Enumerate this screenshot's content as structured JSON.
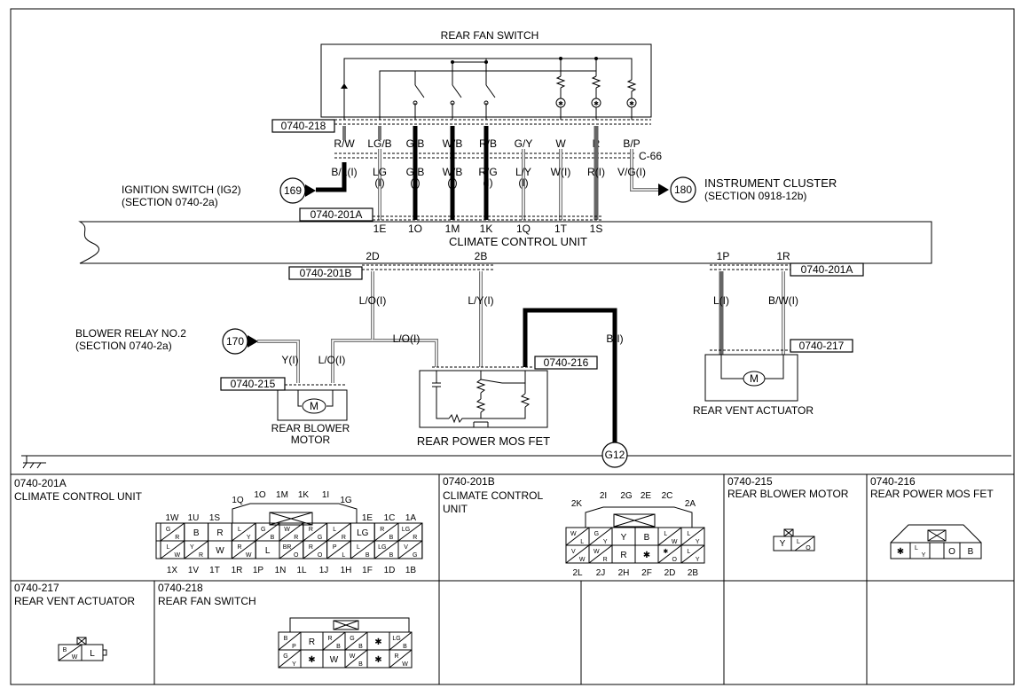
{
  "diagram": {
    "rear_fan_switch": {
      "title": "REAR FAN SWITCH",
      "connector": "0740-218",
      "pins": [
        "R/W",
        "LG/B",
        "G/B",
        "W/B",
        "R/B",
        "G/Y",
        "W",
        "R",
        "B/P"
      ]
    },
    "joint": {
      "label": "C-66",
      "wires": [
        "B/L(I)",
        "LG",
        "G/B",
        "W/B",
        "R/G",
        "L/Y",
        "W(I)",
        "R(I)",
        "V/G(I)"
      ],
      "suffix": "(I)"
    },
    "ignition": {
      "num": "169",
      "line1": "IGNITION SWITCH (IG2)",
      "line2": "(SECTION 0740-2a)"
    },
    "cluster": {
      "num": "180",
      "line1": "INSTRUMENT CLUSTER",
      "line2": "(SECTION 0918-12b)"
    },
    "ccu": {
      "title": "CLIMATE CONTROL UNIT",
      "conn_a": "0740-201A",
      "conn_b": "0740-201B",
      "conn_a2": "0740-201A",
      "top_pins": [
        "1E",
        "1O",
        "1M",
        "1K",
        "1Q",
        "1T",
        "1S"
      ],
      "bottom_pins": [
        "2D",
        "2B",
        "1P",
        "1R"
      ]
    },
    "wires_lower": {
      "lo1": "L/O(I)",
      "ly": "L/Y(I)",
      "lo2": "L/O(I)",
      "b": "B(I)",
      "y": "Y(I)",
      "lo3": "L/O(I)",
      "l": "L(I)",
      "bw": "B/W(I)"
    },
    "blower_relay": {
      "num": "170",
      "line1": "BLOWER RELAY NO.2",
      "line2": "(SECTION 0740-2a)"
    },
    "rear_blower": {
      "connector": "0740-215",
      "line1": "REAR BLOWER",
      "line2": "MOTOR",
      "m": "M"
    },
    "mosfet": {
      "connector": "0740-216",
      "title": "REAR POWER MOS FET"
    },
    "vent": {
      "connector": "0740-217",
      "title": "REAR VENT ACTUATOR",
      "m": "M"
    },
    "ground": {
      "label": "G12"
    },
    "connectors": {
      "c201a": {
        "id": "0740-201A",
        "name": "CLIMATE CONTROL UNIT",
        "top_labels": [
          "1Q",
          "1O",
          "1M",
          "1K",
          "1I",
          "1G"
        ],
        "left_labels": [
          "1W",
          "1U",
          "1S"
        ],
        "right_labels": [
          "1E",
          "1C",
          "1A"
        ],
        "bottom_labels": [
          "1X",
          "1V",
          "1T",
          "1R",
          "1P",
          "1N",
          "1L",
          "1J",
          "1H",
          "1F",
          "1D",
          "1B"
        ],
        "row1": [
          "G",
          "B",
          "R",
          "L",
          "G",
          "W",
          "R",
          "L",
          "LG",
          "R",
          "LG"
        ],
        "row1b": [
          "R",
          "",
          "",
          "Y",
          "B",
          "R",
          "G",
          "R",
          "",
          "B",
          "R"
        ],
        "row2": [
          "L",
          "Y",
          "W",
          "R",
          "L",
          "BR",
          "R",
          "P",
          "L",
          "LG",
          "V"
        ],
        "row2b": [
          "W",
          "R",
          "",
          "W",
          "",
          "O",
          "O",
          "L",
          "B",
          "B",
          "G"
        ]
      },
      "c201b": {
        "id": "0740-201B",
        "name1": "CLIMATE CONTROL",
        "name2": "UNIT",
        "top_labels": [
          "2K",
          "2I",
          "2G",
          "2E",
          "2C",
          "2A"
        ],
        "bottom_labels": [
          "2L",
          "2J",
          "2H",
          "2F",
          "2D",
          "2B"
        ],
        "row1": [
          "W",
          "G",
          "Y",
          "B",
          "L",
          "L"
        ],
        "row1b": [
          "L",
          "Y",
          "",
          "",
          "W",
          "Y"
        ],
        "row2": [
          "V",
          "W",
          "R",
          "✱",
          "✱",
          "L"
        ],
        "row2b": [
          "W",
          "R",
          "",
          "",
          "O",
          "Y"
        ]
      },
      "c215": {
        "id": "0740-215",
        "name": "REAR BLOWER MOTOR",
        "pins": [
          "Y",
          "L",
          "O"
        ]
      },
      "c216": {
        "id": "0740-216",
        "name": "REAR POWER MOS FET",
        "pins": [
          "✱",
          "L",
          "Y",
          "O",
          "B"
        ]
      },
      "c217": {
        "id": "0740-217",
        "name": "REAR VENT ACTUATOR",
        "pins": [
          "B",
          "W",
          "L"
        ]
      },
      "c218": {
        "id": "0740-218",
        "name": "REAR FAN SWITCH",
        "row1": [
          "B",
          "R",
          "R",
          "G",
          "✱",
          "LG"
        ],
        "row1b": [
          "P",
          "",
          "B",
          "B",
          "",
          "B"
        ],
        "row2": [
          "G",
          "✱",
          "W",
          "W",
          "✱",
          "R"
        ],
        "row2b": [
          "Y",
          "",
          "",
          "B",
          "",
          "W"
        ]
      }
    }
  }
}
